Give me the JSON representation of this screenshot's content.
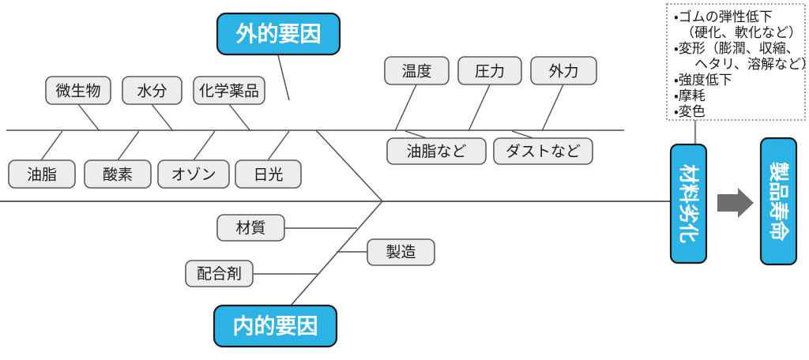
{
  "diagram": {
    "type": "fishbone",
    "title_visible": false,
    "colors": {
      "category_fill": "#2cb2e4",
      "category_text": "#ffffff",
      "factor_fill": "#ededed",
      "factor_border": "#5a5a5a",
      "line": "#4d4d4d",
      "arrow": "#6e6e6e",
      "callout_border": "#7a7a7a",
      "background": "#ffffff"
    },
    "categories": [
      {
        "id": "external",
        "label": "外的要因"
      },
      {
        "id": "internal",
        "label": "内的要因"
      }
    ],
    "external_branch": {
      "upper_left_factors": [
        "微生物",
        "水分",
        "化学薬品"
      ],
      "lower_left_factors": [
        "油脂",
        "酸素",
        "オゾン",
        "日光"
      ],
      "upper_right_factors": [
        "温度",
        "圧力",
        "外力"
      ],
      "lower_right_factors": [
        "油脂など",
        "ダストなど"
      ]
    },
    "internal_branch": {
      "left_factors": [
        "材質",
        "配合剤"
      ],
      "right_factors": [
        "製造"
      ]
    },
    "results": [
      {
        "id": "material-degradation",
        "label": "材料劣化"
      },
      {
        "id": "product-life",
        "label": "製品寿命"
      }
    ],
    "arrow": {
      "name": "right-arrow-icon",
      "direction": "right"
    },
    "callout": {
      "lines": [
        "・ゴムの弾性低下",
        "（硬化、軟化など）",
        "・変形（膨潤、収縮、",
        "　ヘタリ、溶解など）",
        "・強度低下",
        "・摩耗",
        "・変色"
      ]
    }
  }
}
